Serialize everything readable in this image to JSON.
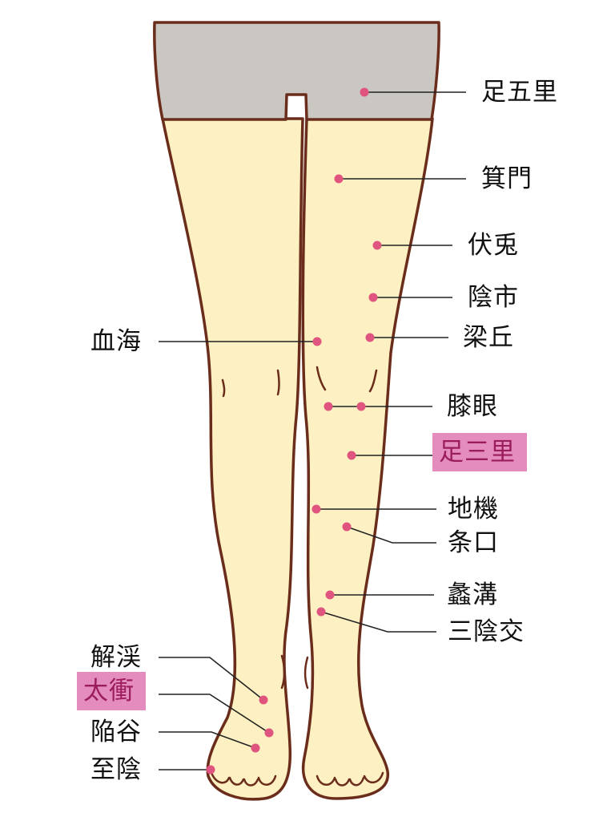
{
  "colors": {
    "background": "#ffffff",
    "skin": "#fdf0c2",
    "outline": "#6b2d1b",
    "shorts": "#cac6c2",
    "point": "#e0557f",
    "leader": "#222222",
    "highlight": "#e58cbf",
    "highlight_text": "#9b1d5b",
    "text": "#111111"
  },
  "points": {
    "ashigori": "足五里",
    "kimon": "箕門",
    "futo": "伏兎",
    "inshi": "陰市",
    "ryokyu": "梁丘",
    "kekkai": "血海",
    "shitsugan": "膝眼",
    "ashisanri": "足三里",
    "chiki": "地機",
    "jokou": "条口",
    "reiko": "蠡溝",
    "saninko": "三陰交",
    "kaikei": "解渓",
    "taisho": "太衝",
    "kankoku": "陥谷",
    "shiin": "至陰"
  },
  "highlighted": [
    "足三里",
    "太衝"
  ]
}
